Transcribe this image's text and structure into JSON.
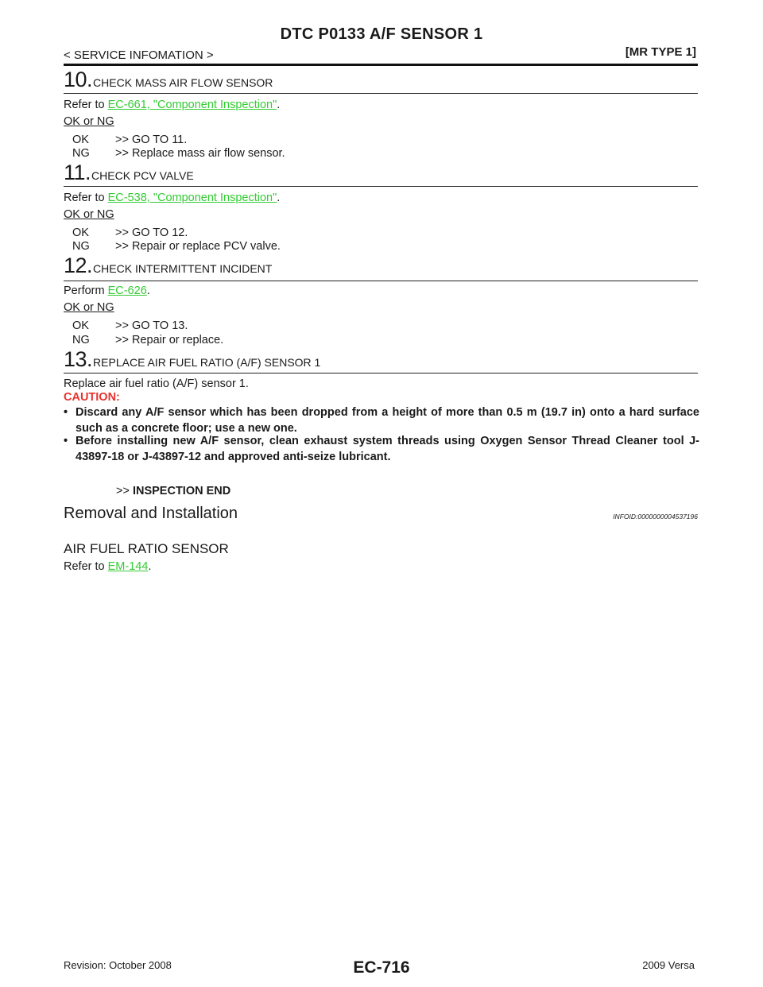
{
  "header": {
    "title": "DTC P0133 A/F SENSOR 1",
    "breadcrumb": "< SERVICE INFOMATION >",
    "model": "[MR TYPE 1]"
  },
  "steps": [
    {
      "num": "10.",
      "title": "CHECK MASS AIR FLOW SENSOR",
      "pre": "Refer to ",
      "link": "EC-661, \"Component Inspection\"",
      "post": ".",
      "ok_label": "OK or NG",
      "results": [
        {
          "code": "OK",
          "text": ">> GO TO 11."
        },
        {
          "code": "NG",
          "text": ">> Replace mass air flow sensor."
        }
      ]
    },
    {
      "num": "11.",
      "title": "CHECK PCV VALVE",
      "pre": "Refer to ",
      "link": "EC-538, \"Component Inspection\"",
      "post": ".",
      "ok_label": "OK or NG",
      "results": [
        {
          "code": "OK",
          "text": ">> GO TO 12."
        },
        {
          "code": "NG",
          "text": ">> Repair or replace PCV valve."
        }
      ]
    },
    {
      "num": "12.",
      "title": "CHECK INTERMITTENT INCIDENT",
      "pre": "Perform ",
      "link": "EC-626",
      "post": ".",
      "ok_label": "OK or NG",
      "results": [
        {
          "code": "OK",
          "text": ">> GO TO 13."
        },
        {
          "code": "NG",
          "text": ">> Repair or replace."
        }
      ]
    },
    {
      "num": "13.",
      "title": "REPLACE AIR FUEL RATIO (A/F) SENSOR 1",
      "body": "Replace air fuel ratio (A/F) sensor 1.",
      "caution": "CAUTION:",
      "bullets": [
        "Discard any A/F sensor which has been dropped from a height of more than 0.5 m (19.7 in) onto a hard surface such as a concrete floor; use a new one.",
        "Before installing new A/F sensor, clean exhaust system threads using Oxygen Sensor Thread Cleaner tool J-43897-18 or J-43897-12 and approved anti-seize lubricant."
      ],
      "end_prefix": ">>",
      "end_text": "INSPECTION END"
    }
  ],
  "section": {
    "title": "Removal and Installation",
    "infoid": "INFOID:0000000004537196",
    "subtitle": "AIR FUEL RATIO SENSOR",
    "pre": "Refer to ",
    "link": "EM-144",
    "post": "."
  },
  "footer": {
    "revision": "Revision: October 2008",
    "page": "EC-716",
    "model_year": "2009 Versa"
  },
  "colors": {
    "link": "#33cc33",
    "caution": "#e8322e"
  }
}
